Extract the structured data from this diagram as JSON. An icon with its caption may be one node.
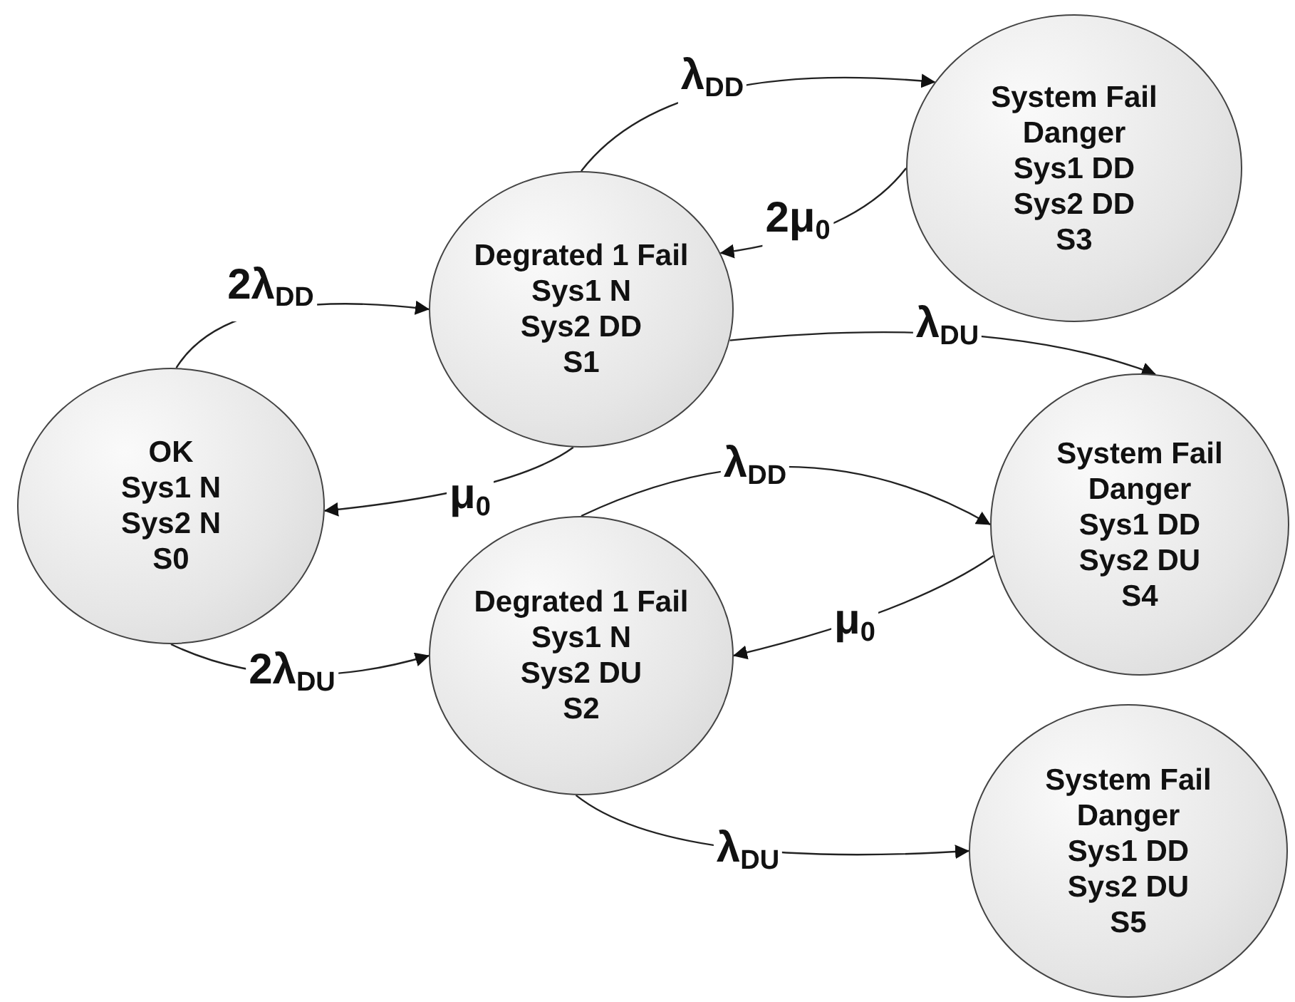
{
  "diagram": {
    "nodes": [
      {
        "text": [
          "OK",
          "Sys1 N",
          "Sys2 N",
          "S0"
        ]
      },
      {
        "text": [
          "Degrated 1 Fail",
          "Sys1 N",
          "Sys2 DD",
          "S1"
        ]
      },
      {
        "text": [
          "Degrated 1 Fail",
          "Sys1 N",
          "Sys2 DU",
          "S2"
        ]
      },
      {
        "text": [
          "System Fail",
          "Danger",
          "Sys1 DD",
          "Sys2 DD",
          "S3"
        ]
      },
      {
        "text": [
          "System Fail",
          "Danger",
          "Sys1 DD",
          "Sys2 DU",
          "S4"
        ]
      },
      {
        "text": [
          "System Fail",
          "Danger",
          "Sys1 DD",
          "Sys2 DU",
          "S5"
        ]
      }
    ],
    "edges": [
      {
        "from": 0,
        "to": 1,
        "arrow": "to",
        "label": "2λ$_{DD}$"
      },
      {
        "from": 1,
        "to": 0,
        "arrow": "to",
        "label": "μ$_{0}$"
      },
      {
        "from": 1,
        "to": 3,
        "arrow": "to",
        "label": "λ$_{DD}$"
      },
      {
        "from": 3,
        "to": 1,
        "arrow": "to",
        "label": "2μ$_{0}$"
      },
      {
        "from": 1,
        "to": 4,
        "arrow": "to",
        "label": "λ$_{DU}$"
      },
      {
        "from": 2,
        "to": 4,
        "arrow": "to",
        "label": "λ$_{DD}$"
      },
      {
        "from": 4,
        "to": 2,
        "arrow": "to",
        "label": "μ$_{0}$"
      },
      {
        "from": 0,
        "to": 2,
        "arrow": "to",
        "label": "2λ$_{DU}$"
      },
      {
        "from": 2,
        "to": 5,
        "arrow": "to",
        "label": "λ$_{DU}$"
      }
    ]
  }
}
